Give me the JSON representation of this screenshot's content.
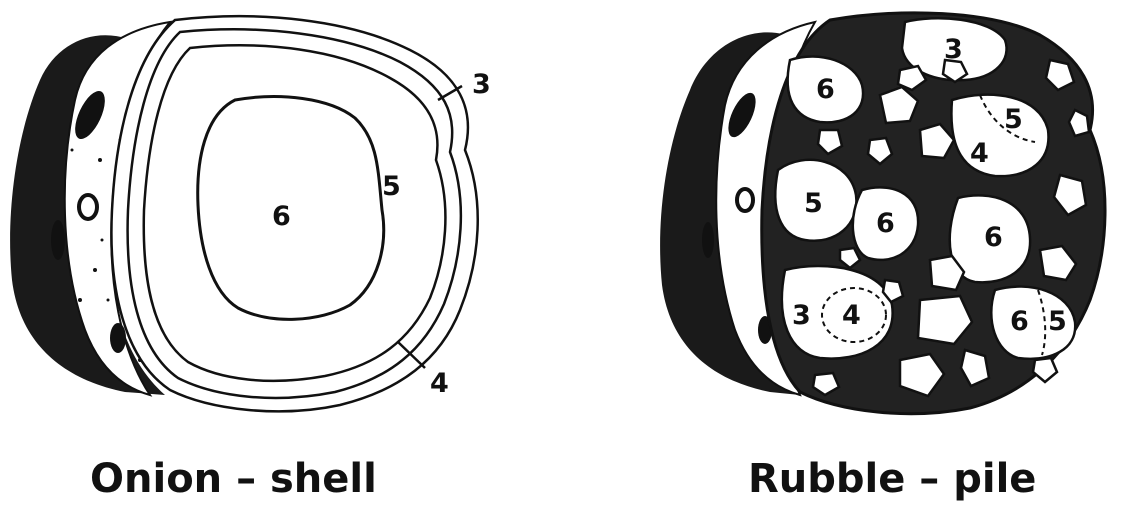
{
  "onion_shell": {
    "caption": "Onion – shell",
    "zone_labels": {
      "outer": "3",
      "middle": "4",
      "inner": "5",
      "core": "6"
    }
  },
  "rubble_pile": {
    "caption": "Rubble – pile",
    "fragment_labels": [
      "3",
      "6",
      "5",
      "4",
      "5",
      "6",
      "6",
      "3",
      "4",
      "6",
      "5"
    ]
  },
  "colors": {
    "ink": "#111111",
    "paper": "#ffffff"
  }
}
